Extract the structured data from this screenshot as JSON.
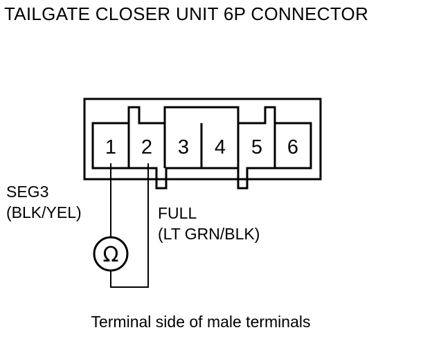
{
  "title": "TAILGATE CLOSER UNIT 6P CONNECTOR",
  "pins": [
    "1",
    "2",
    "3",
    "4",
    "5",
    "6"
  ],
  "wire_left": {
    "signal": "SEG3",
    "color": "(BLK/YEL)"
  },
  "wire_right": {
    "signal": "FULL",
    "color": "(LT GRN/BLK)"
  },
  "meter_symbol": "Ω",
  "meter_icon": "ohmmeter-icon",
  "caption": "Terminal side of male terminals"
}
